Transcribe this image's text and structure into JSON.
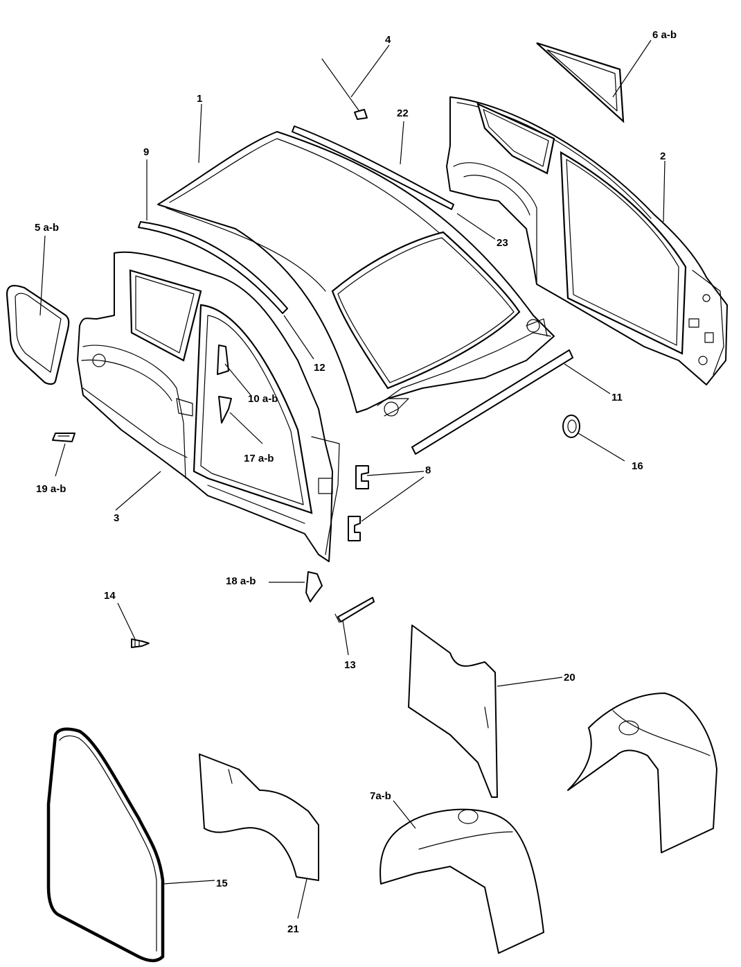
{
  "callouts": [
    {
      "id": "1",
      "text": "1"
    },
    {
      "id": "2",
      "text": "2"
    },
    {
      "id": "3",
      "text": "3"
    },
    {
      "id": "4",
      "text": "4"
    },
    {
      "id": "5",
      "text": "5 a-b"
    },
    {
      "id": "6",
      "text": "6 a-b"
    },
    {
      "id": "7",
      "text": "7a-b"
    },
    {
      "id": "8",
      "text": "8"
    },
    {
      "id": "9",
      "text": "9"
    },
    {
      "id": "10",
      "text": "10 a-b"
    },
    {
      "id": "11",
      "text": "11"
    },
    {
      "id": "12",
      "text": "12"
    },
    {
      "id": "13",
      "text": "13"
    },
    {
      "id": "14",
      "text": "14"
    },
    {
      "id": "15",
      "text": "15"
    },
    {
      "id": "16",
      "text": "16"
    },
    {
      "id": "17",
      "text": "17 a-b"
    },
    {
      "id": "18",
      "text": "18 a-b"
    },
    {
      "id": "19",
      "text": "19 a-b"
    },
    {
      "id": "20",
      "text": "20"
    },
    {
      "id": "21",
      "text": "21"
    },
    {
      "id": "22",
      "text": "22"
    },
    {
      "id": "23",
      "text": "23"
    }
  ],
  "colors": {
    "line": "#000000",
    "background": "#ffffff"
  }
}
